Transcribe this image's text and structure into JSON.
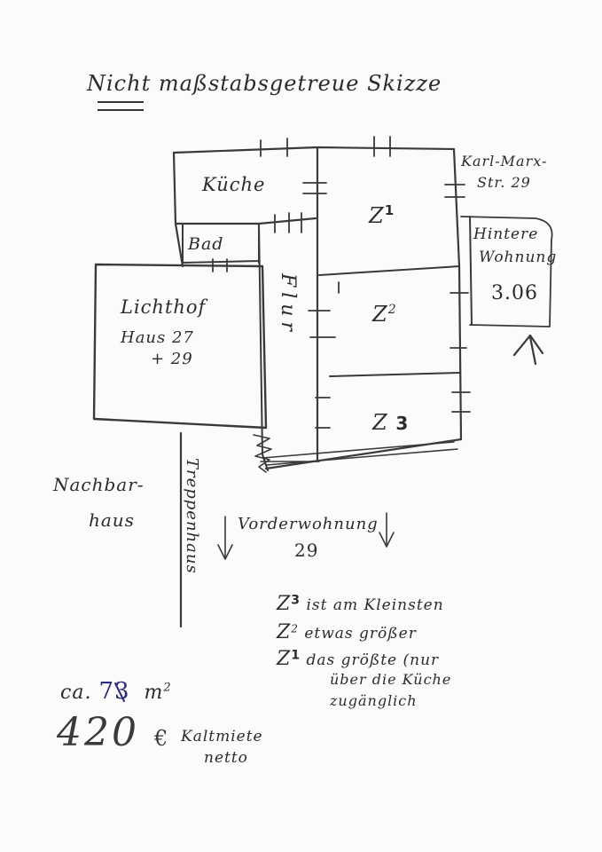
{
  "title": "Nicht maßstabsgetreue Skizze",
  "rooms": {
    "kitchen": "Küche",
    "bath": "Bad",
    "courtyard": "Lichthof",
    "courtyard_sub1": "Haus 27",
    "courtyard_sub2": "+ 29",
    "hallway": "Flur",
    "z1": "Z",
    "z1_sup": "1",
    "z2": "Z",
    "z2_sup": "2",
    "z3": "Z",
    "z3_sup": "3"
  },
  "labels": {
    "street_line1": "Karl-Marx-",
    "street_line2": "Str. 29",
    "rear_line1": "Hintere",
    "rear_line2": "Wohnung",
    "rear_number": "3.06",
    "neighbor_line1": "Nachbar-",
    "neighbor_line2": "haus",
    "stairwell": "Treppenhaus",
    "front_line1": "Vorderwohnung",
    "front_line2": "29"
  },
  "notes": [
    {
      "prefix": "Z",
      "sup": "3",
      "text": "ist am Kleinsten"
    },
    {
      "prefix": "Z",
      "sup": "2",
      "text": "etwas größer"
    },
    {
      "prefix": "Z",
      "sup": "1",
      "text": "das größte (nur"
    },
    {
      "prefix": "",
      "sup": "",
      "text": "über die Küche"
    },
    {
      "prefix": "",
      "sup": "",
      "text": "zugänglich"
    }
  ],
  "area": {
    "prefix": "ca.",
    "value": "73",
    "unit": "m",
    "unit_sup": "2"
  },
  "rent": {
    "amount": "420",
    "currency": "€",
    "label_line1": "Kaltmiete",
    "label_line2": "netto"
  },
  "colors": {
    "pencil": "#3a3a3a",
    "blue_ink": "#2c2c7a",
    "paper": "#fbfbf9"
  }
}
